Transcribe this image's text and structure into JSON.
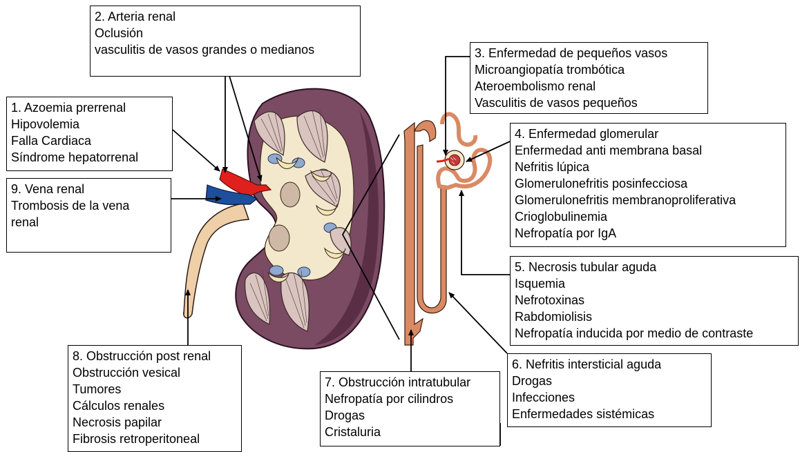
{
  "colors": {
    "cortex": "#7b4a63",
    "cortex_dark": "#5a2f46",
    "medulla_bg": "#f4e8cc",
    "pyramid": "#d9c4c0",
    "calyx": "#f1e6b6",
    "column_blue": "#8fa9cf",
    "nephron": "#d98a64",
    "ureter": "#efcfa8",
    "artery": "#e0201c",
    "vein": "#1d4f9c"
  },
  "boxes": [
    {
      "id": "box-1",
      "lines": [
        "1. Azoemia prerrenal",
        "Hipovolemia",
        "Falla Cardiaca",
        "Síndrome hepatorrenal"
      ]
    },
    {
      "id": "box-2",
      "lines": [
        "2. Arteria renal",
        "Oclusión",
        "vasculitis de vasos grandes o medianos"
      ]
    },
    {
      "id": "box-3",
      "lines": [
        "3. Enfermedad de pequeños vasos",
        "Microangiopatía trombótica",
        "Ateroembolismo renal",
        "Vasculitis de vasos pequeños"
      ]
    },
    {
      "id": "box-4",
      "lines": [
        "4. Enfermedad glomerular",
        "Enfermedad anti membrana basal",
        "Nefritis lúpica",
        "Glomerulonefritis posinfecciosa",
        "Glomerulonefritis membranoproliferativa",
        "Crioglobulinemia",
        "Nefropatía por IgA"
      ]
    },
    {
      "id": "box-5",
      "lines": [
        "5. Necrosis tubular aguda",
        "Isquemia",
        "Nefrotoxinas",
        "Rabdomiolisis",
        "Nefropatía inducida por medio de contraste"
      ]
    },
    {
      "id": "box-6",
      "lines": [
        "6. Nefritis intersticial aguda",
        "Drogas",
        "Infecciones",
        "Enfermedades sistémicas"
      ]
    },
    {
      "id": "box-7",
      "lines": [
        "7. Obstrucción intratubular",
        "Nefropatía por cilindros",
        "Drogas",
        "Cristaluria"
      ]
    },
    {
      "id": "box-8",
      "lines": [
        "8. Obstrucción post renal",
        "Obstrucción vesical",
        "Tumores",
        "Cálculos renales",
        "Necrosis papilar",
        "Fibrosis retroperitoneal"
      ]
    },
    {
      "id": "box-9",
      "lines": [
        "9. Vena renal",
        "Trombosis de la vena",
        "renal"
      ]
    }
  ]
}
